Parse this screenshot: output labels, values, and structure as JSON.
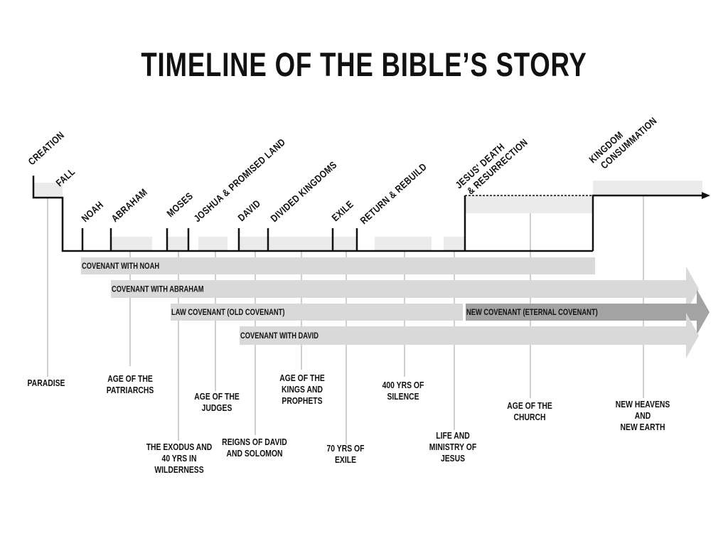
{
  "title": "TIMELINE OF THE BIBLE’S STORY",
  "events": [
    {
      "lines": [
        "CREATION"
      ]
    },
    {
      "lines": [
        "FALL"
      ]
    },
    {
      "lines": [
        "NOAH"
      ]
    },
    {
      "lines": [
        "ABRAHAM"
      ]
    },
    {
      "lines": [
        "MOSES"
      ]
    },
    {
      "lines": [
        "JOSHUA & PROMISED LAND"
      ]
    },
    {
      "lines": [
        "DAVID"
      ]
    },
    {
      "lines": [
        "DIVIDED KINGDOMS"
      ]
    },
    {
      "lines": [
        "EXILE"
      ]
    },
    {
      "lines": [
        "RETURN & REBUILD"
      ]
    },
    {
      "lines": [
        "JESUS' DEATH",
        "& RESURRECTION"
      ]
    },
    {
      "lines": [
        "KINGDOM",
        "CONSUMMATION"
      ]
    }
  ],
  "covenants": [
    {
      "label": "COVENANT WITH NOAH"
    },
    {
      "label": "COVENANT WITH ABRAHAM"
    },
    {
      "label": "LAW COVENANT (OLD COVENANT)"
    },
    {
      "label": "NEW COVENANT (ETERNAL COVENANT)"
    },
    {
      "label": "COVENANT WITH DAVID"
    }
  ],
  "eras": [
    {
      "lines": [
        "PARADISE"
      ]
    },
    {
      "lines": [
        "AGE OF THE",
        "PATRIARCHS"
      ]
    },
    {
      "lines": [
        "THE EXODUS AND",
        "40 YRS IN",
        "WILDERNESS"
      ]
    },
    {
      "lines": [
        "AGE OF THE",
        "JUDGES"
      ]
    },
    {
      "lines": [
        "REIGNS OF DAVID",
        "AND SOLOMON"
      ]
    },
    {
      "lines": [
        "AGE OF THE",
        "KINGS AND",
        "PROPHETS"
      ]
    },
    {
      "lines": [
        "70 YRS OF",
        "EXILE"
      ]
    },
    {
      "lines": [
        "400 YRS OF",
        "SILENCE"
      ]
    },
    {
      "lines": [
        "LIFE AND",
        "MINISTRY OF",
        "JESUS"
      ]
    },
    {
      "lines": [
        "AGE OF THE",
        "CHURCH"
      ]
    },
    {
      "lines": [
        "NEW HEAVENS",
        "AND",
        "NEW EARTH"
      ]
    }
  ],
  "colors": {
    "bar": "#d9d9d9",
    "bar_dark": "#a3a3a3",
    "shade": "#ebebeb",
    "connector": "#cfcfcf",
    "line": "#111111"
  }
}
